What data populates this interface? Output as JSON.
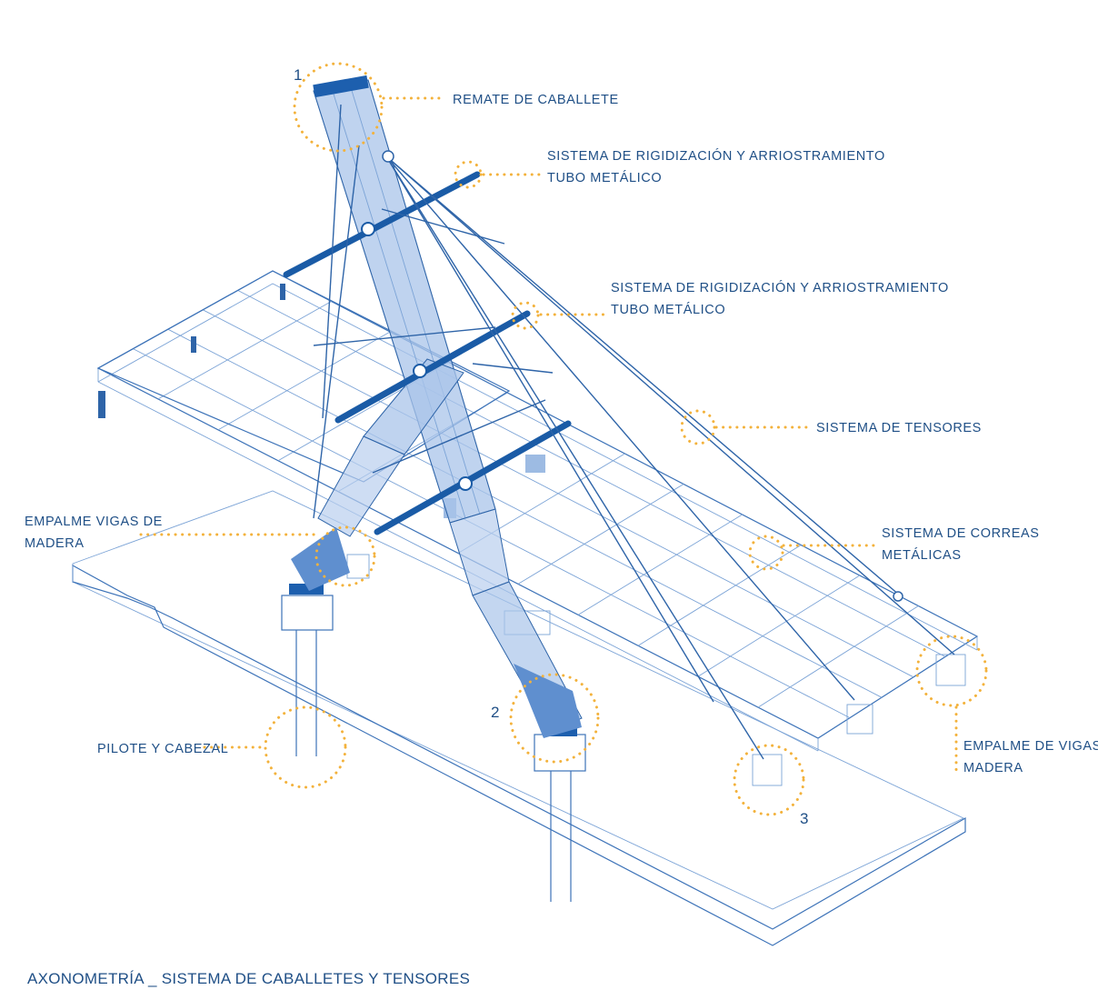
{
  "title": "AXONOMETRÍA _ SISTEMA DE CABALLETES Y TENSORES",
  "colors": {
    "ink": "#1f4f86",
    "structure": "#3d73b8",
    "callout": "#f3b23c",
    "rod": "#1a5ba6"
  },
  "labels": {
    "remate": "REMATE DE CABALLETE",
    "rigid1_line1": "SISTEMA DE RIGIDIZACIÓN  Y ARRIOSTRAMIENTO",
    "rigid1_line2": "TUBO METÁLICO",
    "rigid2_line1": "SISTEMA DE RIGIDIZACIÓN  Y ARRIOSTRAMIENTO",
    "rigid2_line2": "TUBO METÁLICO",
    "tensores": "SISTEMA DE TENSORES",
    "empalme_left_line1": "EMPALME VIGAS DE",
    "empalme_left_line2": "MADERA",
    "correas_line1": "SISTEMA DE CORREAS",
    "correas_line2": "METÁLICAS",
    "pilote": "PILOTE Y CABEZAL",
    "empalme_right_line1": "EMPALME DE VIGAS DE",
    "empalme_right_line2": "MADERA"
  },
  "markers": {
    "m1": "1",
    "m2": "2",
    "m3": "3"
  }
}
